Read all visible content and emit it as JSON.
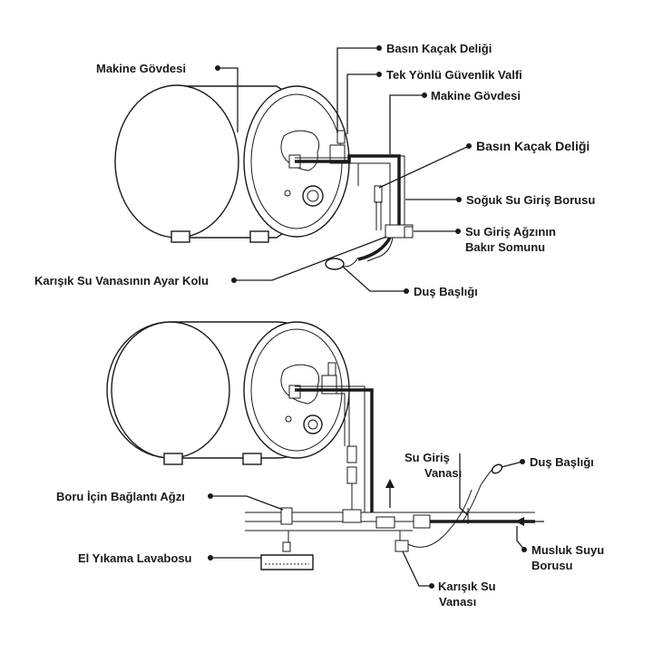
{
  "diagram": {
    "top": {
      "labels": {
        "body_left": "Makine Gövdesi",
        "leak_hole_top": "Basın Kaçak Deliği",
        "safety_valve": "Tek Yönlü Güvenlik Valfi",
        "body_right": "Makine Gövdesi",
        "leak_hole_mid": "Basın Kaçak Deliği",
        "cold_inlet_pipe": "Soğuk Su Giriş Borusu",
        "inlet_nut_line1": "Su Giriş Ağzının",
        "inlet_nut_line2": "Bakır Somunu",
        "mixer_handle": "Karışık Su Vanasının Ayar Kolu",
        "shower_head": "Duş Başlığı"
      }
    },
    "bottom": {
      "labels": {
        "inlet_valve_line1": "Su Giriş",
        "inlet_valve_line2": "Vanası",
        "shower_head": "Duş Başlığı",
        "pipe_connection": "Boru İçin Bağlantı Ağzı",
        "washbasin": "El Yıkama Lavabosu",
        "tap_pipe_line1": "Musluk Suyu",
        "tap_pipe_line2": "Borusu",
        "mixer_valve_line1": "Karışık Su",
        "mixer_valve_line2": "Vanası"
      }
    }
  }
}
